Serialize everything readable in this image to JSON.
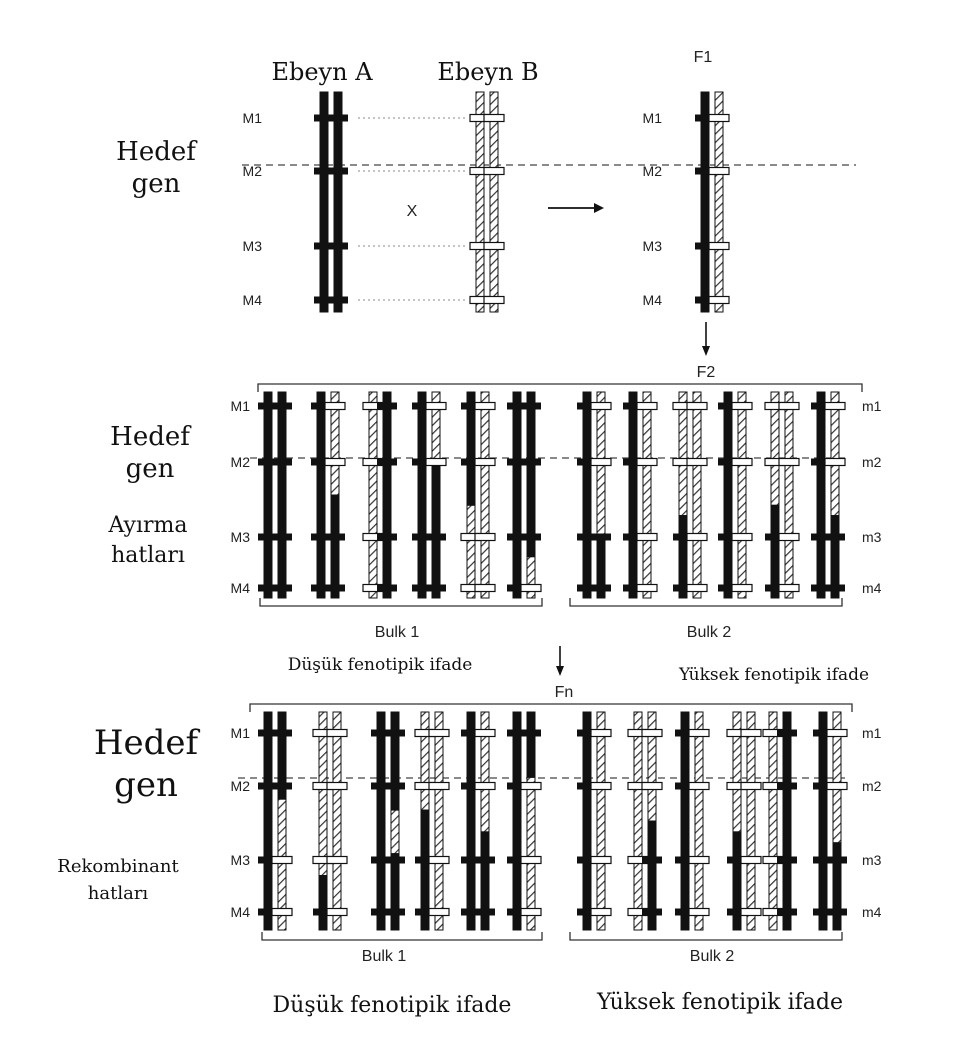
{
  "parents": {
    "parent_a": "Ebeyn A",
    "parent_b": "Ebeyn B",
    "f1": "F1",
    "cross": "X"
  },
  "markers_upper": [
    "M1",
    "M2",
    "M3",
    "M4"
  ],
  "markers_lower": [
    "m1",
    "m2",
    "m3",
    "m4"
  ],
  "top_section": {
    "target_gene": [
      "Hedef",
      "gen"
    ]
  },
  "segregating_section": {
    "generation": "F2",
    "target_gene": [
      "Hedef",
      "gen"
    ],
    "lines_label": [
      "Ayırma",
      "hatları"
    ],
    "bulk1_label": "Bulk 1",
    "bulk2_label": "Bulk 2",
    "bulk1_caption": "Düşük fenotipik ifade",
    "bulk2_caption": "Yüksek fenotipik ifade"
  },
  "recombinant_section": {
    "generation": "Fn",
    "target_gene": [
      "Hedef",
      "gen"
    ],
    "lines_label": [
      "Rekombinant",
      "hatları"
    ],
    "bulk1_label": "Bulk 1",
    "bulk2_label": "Bulk 2",
    "bulk1_caption": "Düşük fenotipik ifade",
    "bulk2_caption": "Yüksek fenotipik ifade"
  }
}
